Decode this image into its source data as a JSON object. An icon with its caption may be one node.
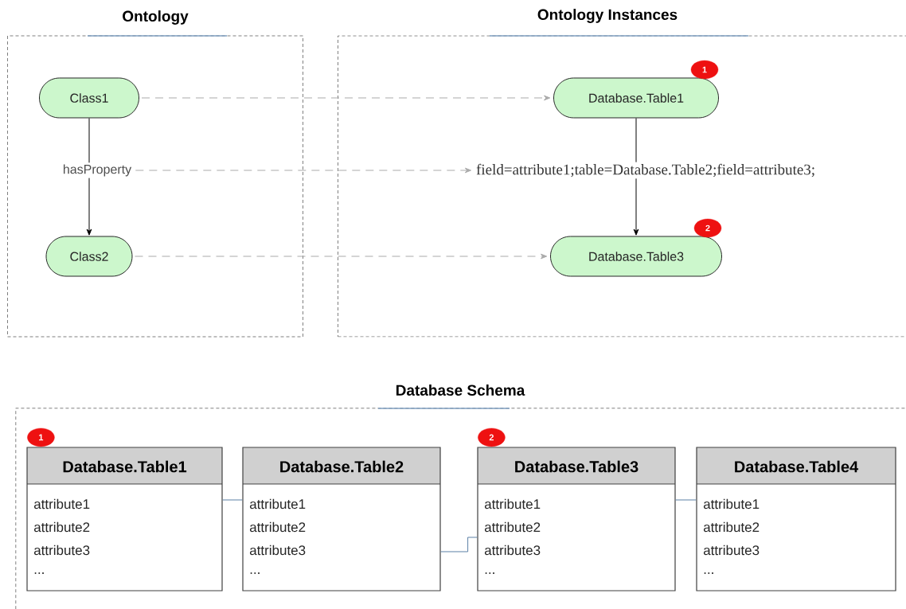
{
  "diagram": {
    "nodes": [
      {
        "text": [
          "Ontology"
        ]
      },
      {
        "text": [
          "Class1"
        ],
        "in": 0
      },
      {
        "text": [
          "hasProperty"
        ],
        "in": 0
      },
      {
        "text": [
          "Class2"
        ],
        "in": 0
      },
      {
        "text": [
          "Ontology Instances"
        ]
      },
      {
        "text": [
          "Database.Table1"
        ],
        "in": 4,
        "beside": [
          "1"
        ]
      },
      {
        "text": [
          "field=attribute1;table=Database.Table2;field=attribute3;"
        ],
        "in": 4
      },
      {
        "text": [
          "Database.Table3"
        ],
        "in": 4,
        "beside": [
          "2"
        ]
      },
      {
        "text": [
          "Database Schema"
        ]
      },
      {
        "text": [
          "Database.Table1",
          "attribute1",
          "attribute2",
          "attribute3",
          "..."
        ],
        "in": 8,
        "beside": [
          "1"
        ]
      },
      {
        "text": [
          "Database.Table2",
          "attribute1",
          "attribute2",
          "attribute3",
          "..."
        ],
        "in": 8
      },
      {
        "text": [
          "Database.Table3",
          "attribute1",
          "attribute2",
          "attribute3",
          "..."
        ],
        "in": 8,
        "beside": [
          "2"
        ]
      },
      {
        "text": [
          "Database.Table4",
          "attribute1",
          "attribute2",
          "attribute3",
          "..."
        ],
        "in": 8
      }
    ],
    "edges": [
      {
        "from": 1,
        "to": 2,
        "arrow": "none"
      },
      {
        "from": 2,
        "to": 3,
        "arrow": "to"
      },
      {
        "from": 5,
        "to": 6,
        "arrow": "none"
      },
      {
        "from": 6,
        "to": 7,
        "arrow": "to"
      },
      {
        "from": 1,
        "to": 5,
        "arrow": "to",
        "style": "dashed",
        "color": "#aaaaaa"
      },
      {
        "from": 2,
        "to": 6,
        "arrow": "to",
        "style": "dashed",
        "color": "#aaaaaa"
      },
      {
        "from": 3,
        "to": 7,
        "arrow": "to",
        "style": "dashed",
        "color": "#aaaaaa"
      },
      {
        "from": 9,
        "to": 10,
        "arrow": "none",
        "color": "#5b7fa6"
      },
      {
        "from": 10,
        "to": 11,
        "arrow": "none",
        "color": "#5b7fa6"
      },
      {
        "from": 11,
        "to": 12,
        "arrow": "none",
        "color": "#5b7fa6"
      }
    ]
  }
}
